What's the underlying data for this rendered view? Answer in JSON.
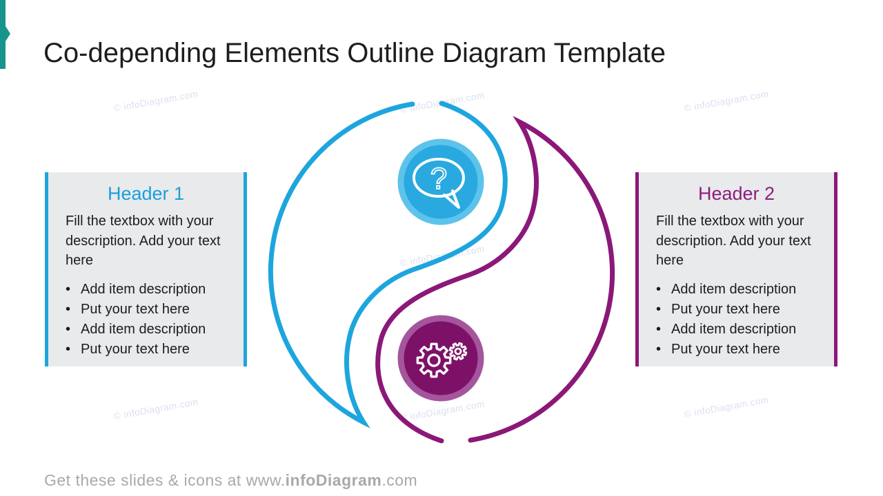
{
  "title": "Co-depending Elements Outline Diagram Template",
  "bullet_char": "•",
  "colors": {
    "accent_teal": "#17958c",
    "blue_line": "#1ea5dd",
    "blue_circle_fill": "#29a9e0",
    "blue_circle_ring": "#5ec3ea",
    "purple_line": "#8b1878",
    "purple_circle_fill": "#7d1168",
    "purple_circle_ring": "#a4559c",
    "box_background": "#e8eaec",
    "header1_text": "#1a9fdc",
    "header2_text": "#8e1d7b",
    "footer_gray": "#a9a9a9",
    "watermark": "#c3cde4"
  },
  "left_box": {
    "header": "Header 1",
    "description": "Fill the textbox with your description. Add your text here",
    "bullets": [
      "Add item description",
      "Put your text here",
      "Add item description",
      "Put your text here"
    ]
  },
  "right_box": {
    "header": "Header 2",
    "description": "Fill the textbox with your description. Add your text here",
    "bullets": [
      "Add item description",
      "Put your text here",
      "Add item description",
      "Put your text here"
    ]
  },
  "diagram": {
    "top_icon": "question-speech-bubble",
    "bottom_icon": "gears",
    "question_mark": "?"
  },
  "watermark": {
    "text": "© infoDiagram.com"
  },
  "footer": {
    "prefix": "Get these slides & icons at www.",
    "brand": "infoDiagram",
    "suffix": ".com"
  }
}
